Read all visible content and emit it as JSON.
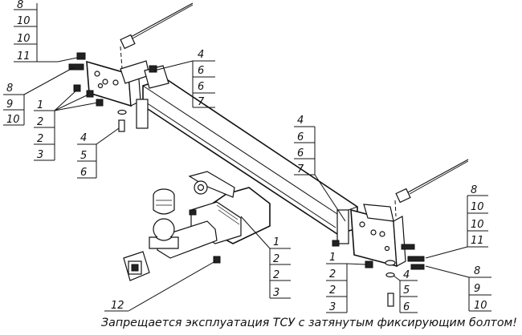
{
  "callouts": [
    {
      "id": "topleft-a",
      "numbers": [
        "8",
        "10",
        "10",
        "11"
      ]
    },
    {
      "id": "topleft-b",
      "numbers": [
        "8",
        "9",
        "10"
      ]
    },
    {
      "id": "left-c",
      "numbers": [
        "1",
        "2",
        "2",
        "3"
      ]
    },
    {
      "id": "left-d",
      "numbers": [
        "4",
        "5",
        "6"
      ]
    },
    {
      "id": "top-mid",
      "numbers": [
        "4",
        "6",
        "6",
        "7"
      ]
    },
    {
      "id": "mid",
      "numbers": [
        "4",
        "6",
        "6",
        "7"
      ]
    },
    {
      "id": "center-b",
      "numbers": [
        "1",
        "2",
        "2",
        "3"
      ]
    },
    {
      "id": "right-a",
      "numbers": [
        "8",
        "10",
        "10",
        "11"
      ]
    },
    {
      "id": "right-b",
      "numbers": [
        "8",
        "9",
        "10"
      ]
    },
    {
      "id": "bottom-r1",
      "numbers": [
        "1",
        "2",
        "2",
        "3"
      ]
    },
    {
      "id": "bottom-r2",
      "numbers": [
        "4",
        "5",
        "6"
      ]
    },
    {
      "id": "bottom-left",
      "numbers": [
        "12"
      ]
    }
  ],
  "caption": "Запрещается эксплуатация ТСУ с затянутым фиксирующим болтом!"
}
